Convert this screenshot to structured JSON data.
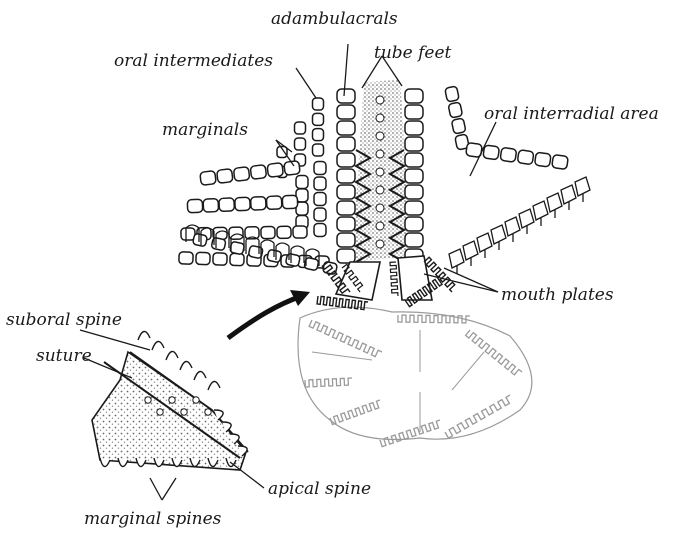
{
  "labels": {
    "adambulacrals": "adambulacrals",
    "tube_feet": "tube feet",
    "oral_intermediates": "oral intermediates",
    "oral_interradial_area": "oral interradial area",
    "marginals": "marginals",
    "mouth_plates": "mouth plates",
    "suboral_spine": "suboral spine",
    "suture": "suture",
    "apical_spine": "apical spine",
    "marginal_spines": "marginal spines"
  },
  "colors": {
    "ink": "#1a1a1a",
    "faint": "#9a9a9a",
    "stipple": "#bdbdbd"
  }
}
